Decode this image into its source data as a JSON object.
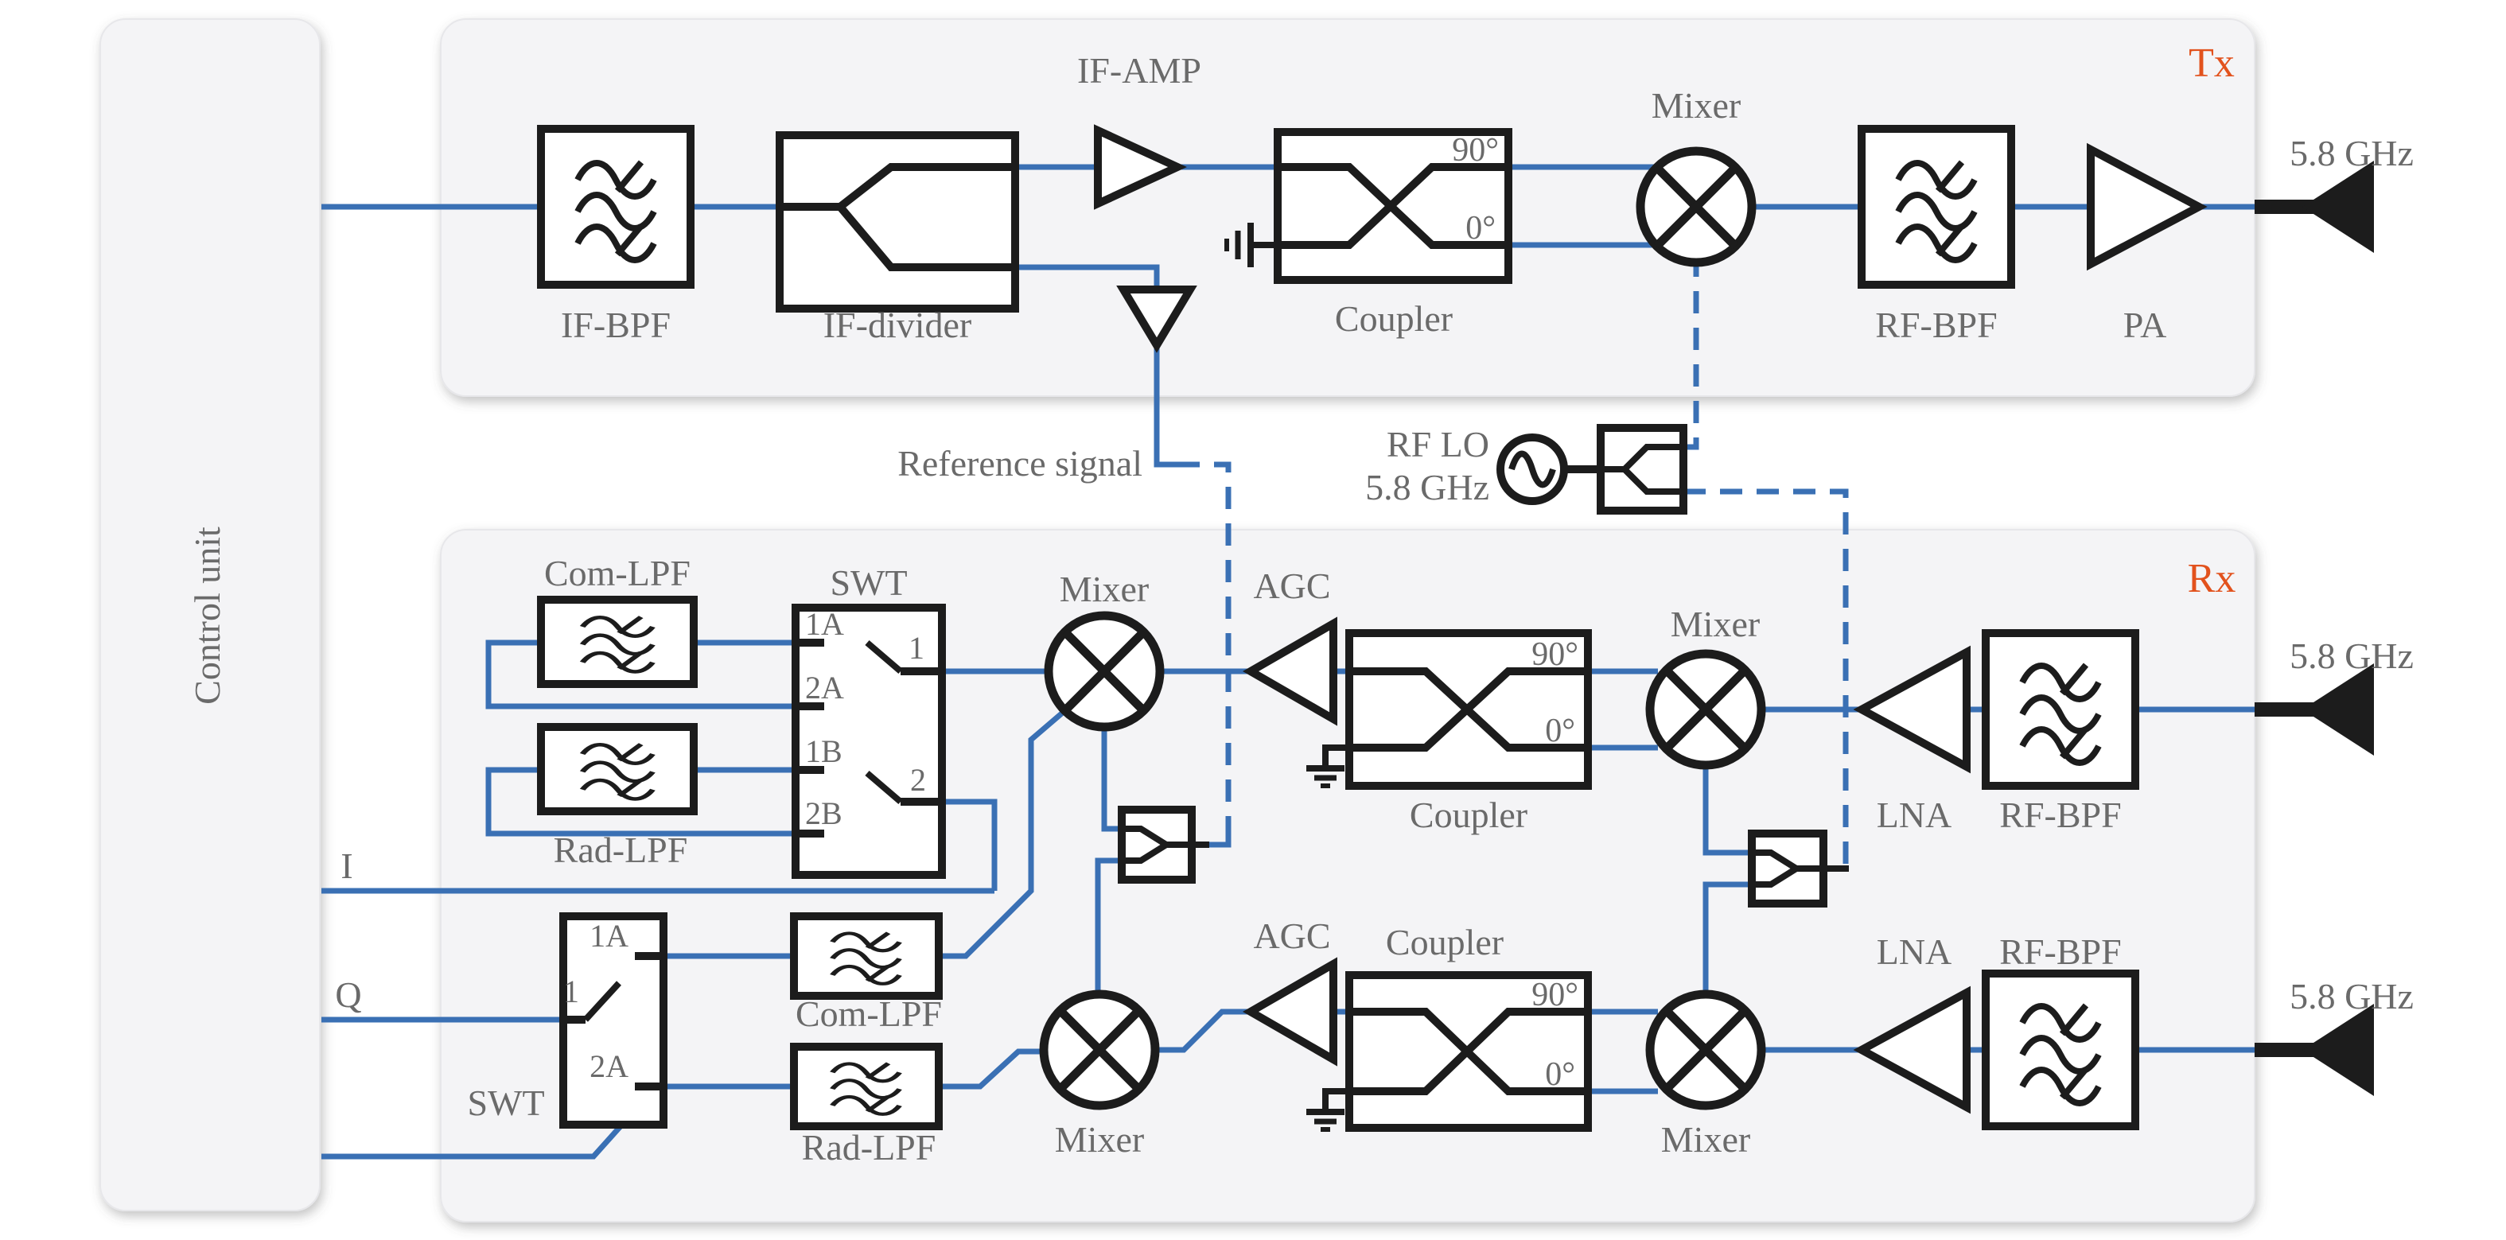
{
  "colors": {
    "signal_line": "#3a70b4",
    "component_stroke": "#1c1c1c",
    "label_gray": "#6a6a6a",
    "accent_orange": "#e2521d",
    "panel_fill": "#f4f4f6"
  },
  "control_unit": {
    "label": "Control unit"
  },
  "tx": {
    "tag": "Tx",
    "if_bpf": "IF-BPF",
    "if_divider": "IF-divider",
    "if_amp": "IF-AMP",
    "coupler": "Coupler",
    "deg90": "90°",
    "deg0": "0°",
    "mixer": "Mixer",
    "rf_bpf": "RF-BPF",
    "pa": "PA",
    "antenna_freq": "5.8 GHz"
  },
  "lo": {
    "reference_label": "Reference signal",
    "name": "RF LO",
    "freq": "5.8 GHz"
  },
  "rx": {
    "tag": "Rx",
    "upper": {
      "com_lpf": "Com-LPF",
      "rad_lpf": "Rad-LPF",
      "swt": "SWT",
      "port_1a": "1A",
      "port_2a": "2A",
      "port_1b": "1B",
      "port_2b": "2B",
      "switch_1": "1",
      "switch_2": "2",
      "mixer_bb": "Mixer",
      "agc": "AGC",
      "coupler": "Coupler",
      "deg90": "90°",
      "deg0": "0°",
      "mixer_rf": "Mixer",
      "lna": "LNA",
      "rf_bpf": "RF-BPF",
      "antenna_freq": "5.8 GHz"
    },
    "lower": {
      "i_label": "I",
      "q_label": "Q",
      "swt": "SWT",
      "port_1a": "1A",
      "port_2a": "2A",
      "switch_1": "1",
      "com_lpf": "Com-LPF",
      "rad_lpf": "Rad-LPF",
      "mixer_bb": "Mixer",
      "agc": "AGC",
      "coupler": "Coupler",
      "deg90": "90°",
      "deg0": "0°",
      "mixer_rf": "Mixer",
      "lna": "LNA",
      "rf_bpf": "RF-BPF",
      "antenna_freq": "5.8 GHz"
    }
  }
}
